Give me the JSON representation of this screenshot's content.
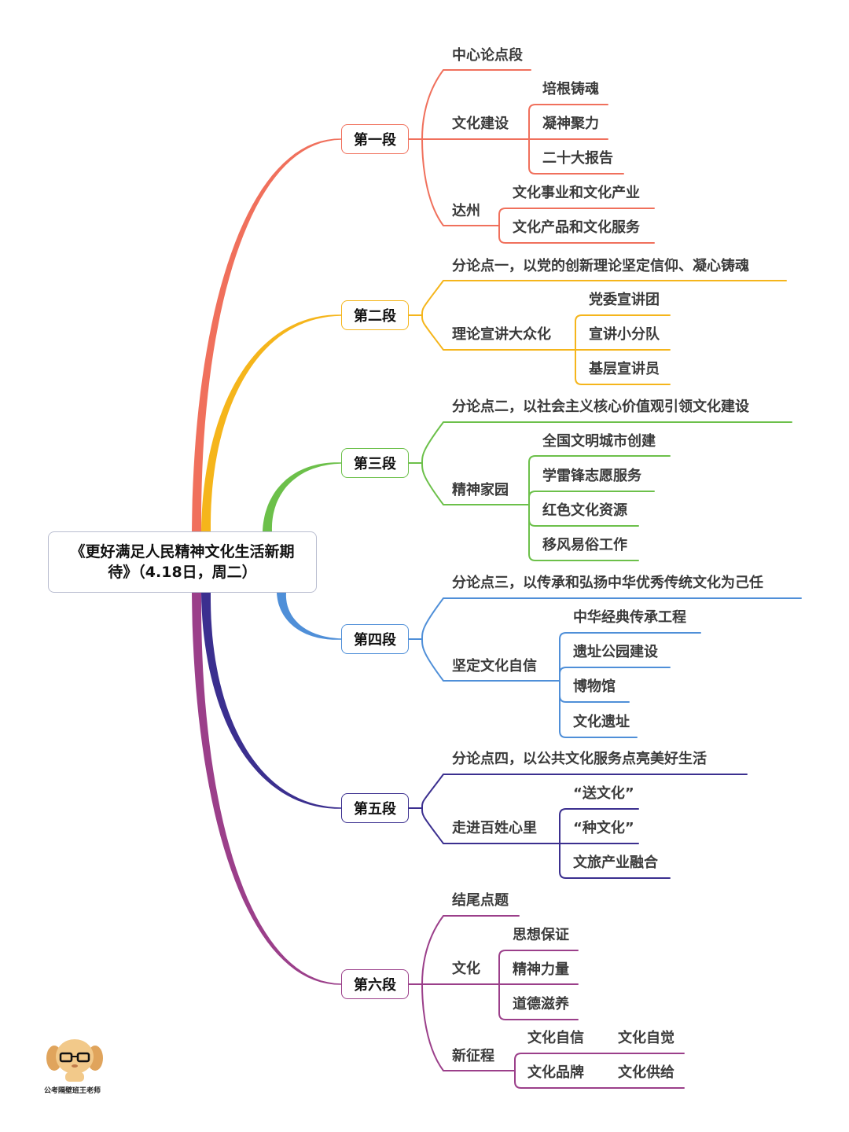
{
  "root": {
    "line1": "《更好满足人民精神文化生活新期",
    "line2": "待》（4.18日，周二）"
  },
  "colors": {
    "sec1": "#f0705c",
    "sec2": "#f5b51b",
    "sec3": "#6cc04a",
    "sec4": "#4f8fd8",
    "sec5": "#3b2f8f",
    "sec6": "#9b3f8a"
  },
  "sections": [
    {
      "label": "第一段",
      "children": [
        {
          "label": "中心论点段",
          "children": []
        },
        {
          "label": "文化建设",
          "children": [
            {
              "label": "培根铸魂"
            },
            {
              "label": "凝神聚力"
            },
            {
              "label": "二十大报告"
            }
          ]
        },
        {
          "label": "达州",
          "children": [
            {
              "label": "文化事业和文化产业"
            },
            {
              "label": "文化产品和文化服务"
            }
          ]
        }
      ]
    },
    {
      "label": "第二段",
      "children": [
        {
          "label": "分论点一，以党的创新理论坚定信仰、凝心铸魂",
          "children": []
        },
        {
          "label": "理论宣讲大众化",
          "children": [
            {
              "label": "党委宣讲团"
            },
            {
              "label": "宣讲小分队"
            },
            {
              "label": "基层宣讲员"
            }
          ]
        }
      ]
    },
    {
      "label": "第三段",
      "children": [
        {
          "label": "分论点二，以社会主义核心价值观引领文化建设",
          "children": []
        },
        {
          "label": "精神家园",
          "children": [
            {
              "label": "全国文明城市创建"
            },
            {
              "label": "学雷锋志愿服务"
            },
            {
              "label": "红色文化资源"
            },
            {
              "label": "移风易俗工作"
            }
          ]
        }
      ]
    },
    {
      "label": "第四段",
      "children": [
        {
          "label": "分论点三，以传承和弘扬中华优秀传统文化为己任",
          "children": []
        },
        {
          "label": "坚定文化自信",
          "children": [
            {
              "label": "中华经典传承工程"
            },
            {
              "label": "遗址公园建设"
            },
            {
              "label": "博物馆"
            },
            {
              "label": "文化遗址"
            }
          ]
        }
      ]
    },
    {
      "label": "第五段",
      "children": [
        {
          "label": "分论点四，以公共文化服务点亮美好生活",
          "children": []
        },
        {
          "label": "走进百姓心里",
          "children": [
            {
              "label": "“送文化”"
            },
            {
              "label": "“种文化”"
            },
            {
              "label": "文旅产业融合"
            }
          ]
        }
      ]
    },
    {
      "label": "第六段",
      "children": [
        {
          "label": "结尾点题",
          "children": []
        },
        {
          "label": "文化",
          "children": [
            {
              "label": "思想保证"
            },
            {
              "label": "精神力量"
            },
            {
              "label": "道德滋养"
            }
          ]
        },
        {
          "label": "新征程",
          "children": [
            {
              "label": "文化自信",
              "pair": "文化自觉"
            },
            {
              "label": "文化品牌",
              "pair": "文化供给"
            }
          ]
        }
      ]
    }
  ],
  "watermark": {
    "icon": "dog-mascot-icon",
    "caption": "公考隔壁班王老师"
  }
}
